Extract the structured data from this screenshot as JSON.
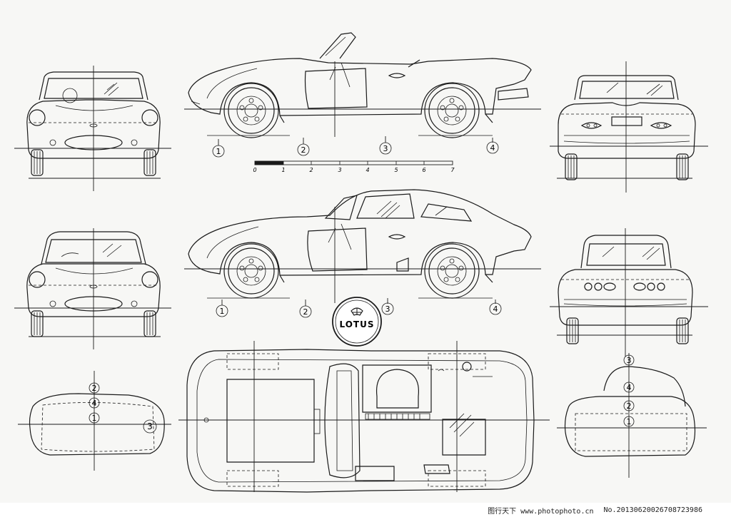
{
  "scale_bar": {
    "ticks": [
      "0",
      "1",
      "2",
      "3",
      "4",
      "5",
      "6",
      "7"
    ]
  },
  "section_markers": {
    "one": "1",
    "two": "2",
    "three": "3",
    "four": "4"
  },
  "logo": {
    "text": "LOTUS"
  },
  "footer": {
    "site": "图行天下 www.photophoto.cn",
    "number": "No.20130620026708723986"
  }
}
